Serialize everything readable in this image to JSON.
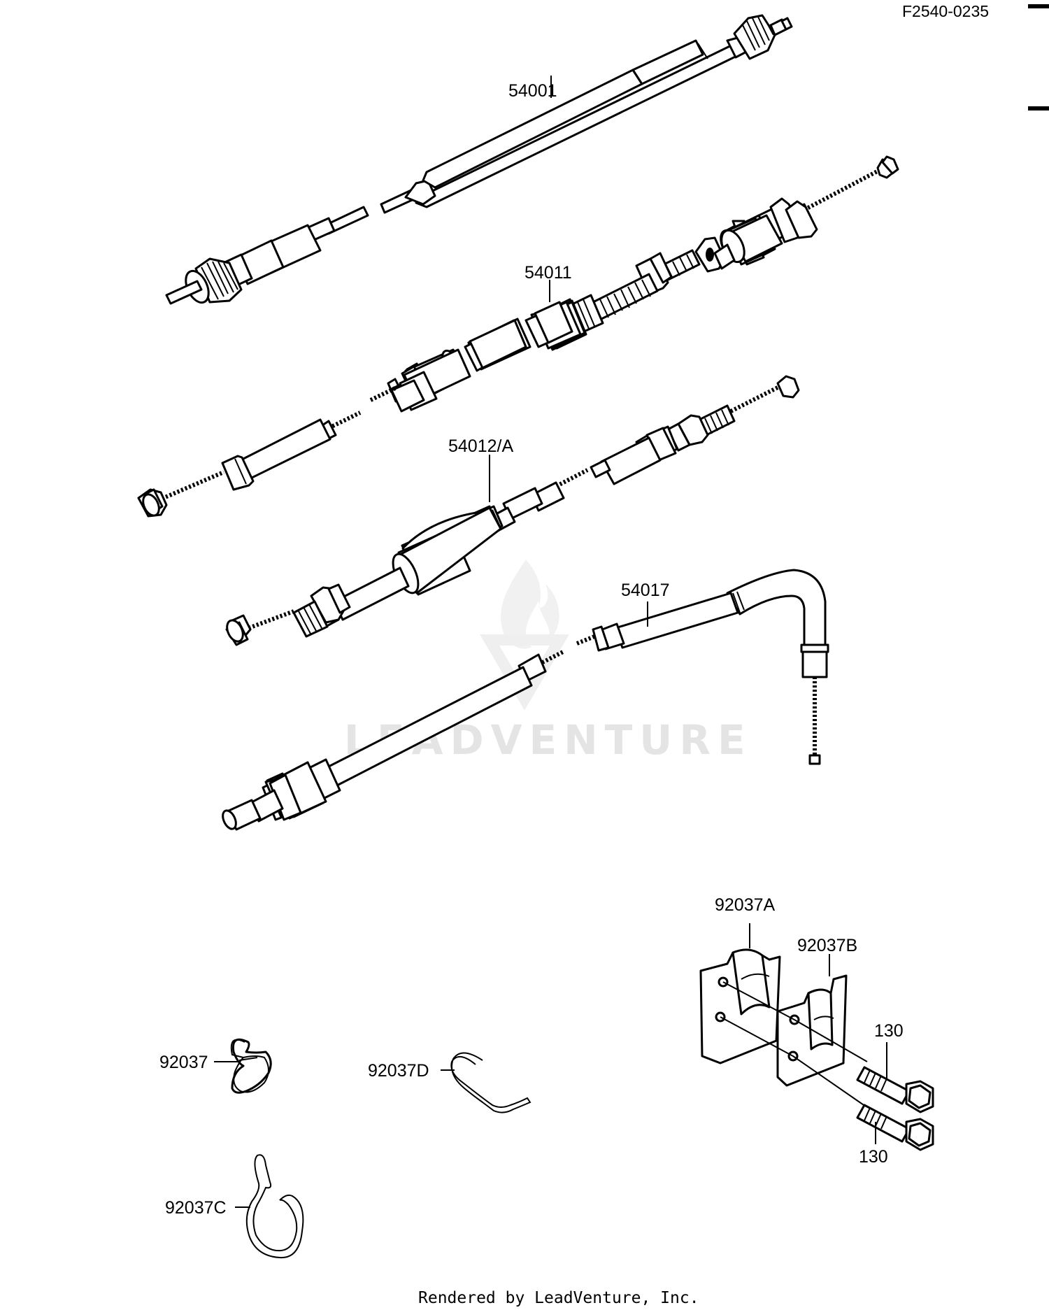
{
  "diagram_code": "F2540-0235",
  "watermark": "LEADVENTURE",
  "footer": "Rendered by LeadVenture, Inc.",
  "parts": {
    "speedometer_cable": "54001",
    "throttle_cable": "54011",
    "clutch_cable": "54012/A",
    "choke_cable": "54017",
    "clamp_a": "92037A",
    "clamp_b": "92037B",
    "bolt_upper": "130",
    "bolt_lower": "130",
    "clamp": "92037",
    "clamp_d": "92037D",
    "clamp_c": "92037C"
  }
}
